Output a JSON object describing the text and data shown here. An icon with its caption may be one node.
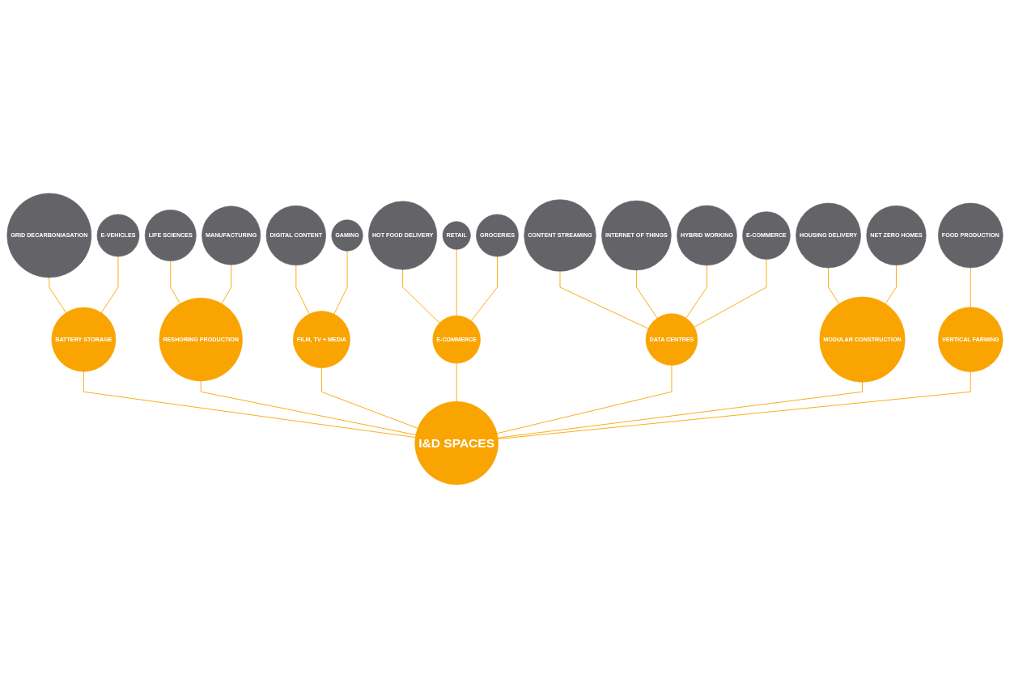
{
  "diagram": {
    "nodes": [
      {
        "text": [
          "I&D SPACES"
        ]
      },
      {
        "text": [
          "BATTERY STORAGE"
        ]
      },
      {
        "text": [
          "RESHORING PRODUCTION"
        ]
      },
      {
        "text": [
          "FILM, TV + MEDIA"
        ]
      },
      {
        "text": [
          "E-COMMERCE"
        ]
      },
      {
        "text": [
          "DATA CENTRES"
        ]
      },
      {
        "text": [
          "MODULAR CONSTRUCTION"
        ]
      },
      {
        "text": [
          "VERTICAL FARMING"
        ]
      },
      {
        "text": [
          "GRID DECARBONIASATION"
        ]
      },
      {
        "text": [
          "E-VEHICLES"
        ]
      },
      {
        "text": [
          "LIFE SCIENCES"
        ]
      },
      {
        "text": [
          "MANUFACTURING"
        ]
      },
      {
        "text": [
          "DIGITAL CONTENT"
        ]
      },
      {
        "text": [
          "GAMING"
        ]
      },
      {
        "text": [
          "HOT FOOD DELIVERY"
        ]
      },
      {
        "text": [
          "RETAIL"
        ]
      },
      {
        "text": [
          "GROCERIES"
        ]
      },
      {
        "text": [
          "CONTENT STREAMING"
        ]
      },
      {
        "text": [
          "INTERNET OF THINGS"
        ]
      },
      {
        "text": [
          "HYBRID WORKING"
        ]
      },
      {
        "text": [
          "E-COMMERCE"
        ]
      },
      {
        "text": [
          "HOUSING DELIVERY"
        ]
      },
      {
        "text": [
          "NET ZERO HOMES"
        ]
      },
      {
        "text": [
          "FOOD PRODUCTION"
        ]
      }
    ],
    "edges": [
      {
        "from": 0,
        "to": 1,
        "arrow": "none"
      },
      {
        "from": 0,
        "to": 2,
        "arrow": "none"
      },
      {
        "from": 0,
        "to": 3,
        "arrow": "none"
      },
      {
        "from": 0,
        "to": 4,
        "arrow": "none"
      },
      {
        "from": 0,
        "to": 5,
        "arrow": "none"
      },
      {
        "from": 0,
        "to": 6,
        "arrow": "none"
      },
      {
        "from": 0,
        "to": 7,
        "arrow": "none"
      },
      {
        "from": 1,
        "to": 8,
        "arrow": "none"
      },
      {
        "from": 1,
        "to": 9,
        "arrow": "none"
      },
      {
        "from": 2,
        "to": 10,
        "arrow": "none"
      },
      {
        "from": 2,
        "to": 11,
        "arrow": "none"
      },
      {
        "from": 3,
        "to": 12,
        "arrow": "none"
      },
      {
        "from": 3,
        "to": 13,
        "arrow": "none"
      },
      {
        "from": 4,
        "to": 14,
        "arrow": "none"
      },
      {
        "from": 4,
        "to": 15,
        "arrow": "none"
      },
      {
        "from": 4,
        "to": 16,
        "arrow": "none"
      },
      {
        "from": 5,
        "to": 17,
        "arrow": "none"
      },
      {
        "from": 5,
        "to": 18,
        "arrow": "none"
      },
      {
        "from": 5,
        "to": 19,
        "arrow": "none"
      },
      {
        "from": 5,
        "to": 20,
        "arrow": "none"
      },
      {
        "from": 6,
        "to": 21,
        "arrow": "none"
      },
      {
        "from": 6,
        "to": 22,
        "arrow": "none"
      },
      {
        "from": 7,
        "to": 23,
        "arrow": "none"
      }
    ]
  }
}
